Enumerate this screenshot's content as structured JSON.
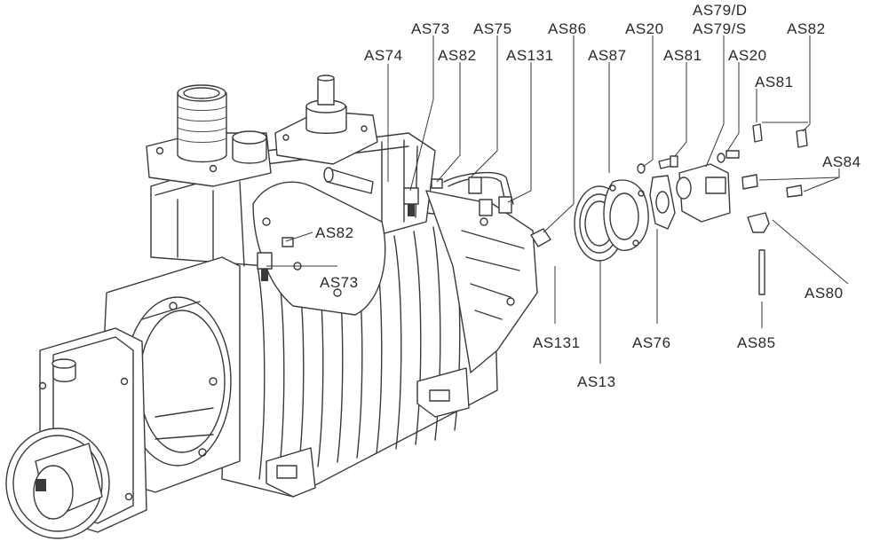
{
  "labels": {
    "AS73_top": "AS73",
    "AS74": "AS74",
    "AS75": "AS75",
    "AS86": "AS86",
    "AS20_top": "AS20",
    "AS79D": "AS79/D",
    "AS79S": "AS79/S",
    "AS82_top_right": "AS82",
    "AS82_mid": "AS82",
    "AS131_top": "AS131",
    "AS87": "AS87",
    "AS81_top": "AS81",
    "AS20_right": "AS20",
    "AS81_right": "AS81",
    "AS84": "AS84",
    "AS82_left": "AS82",
    "AS73_left": "AS73",
    "AS80": "AS80",
    "AS85": "AS85",
    "AS76": "AS76",
    "AS131_bottom": "AS131",
    "AS13": "AS13"
  },
  "colors": {
    "ink": "#3a3a3a",
    "paper": "#ffffff"
  }
}
